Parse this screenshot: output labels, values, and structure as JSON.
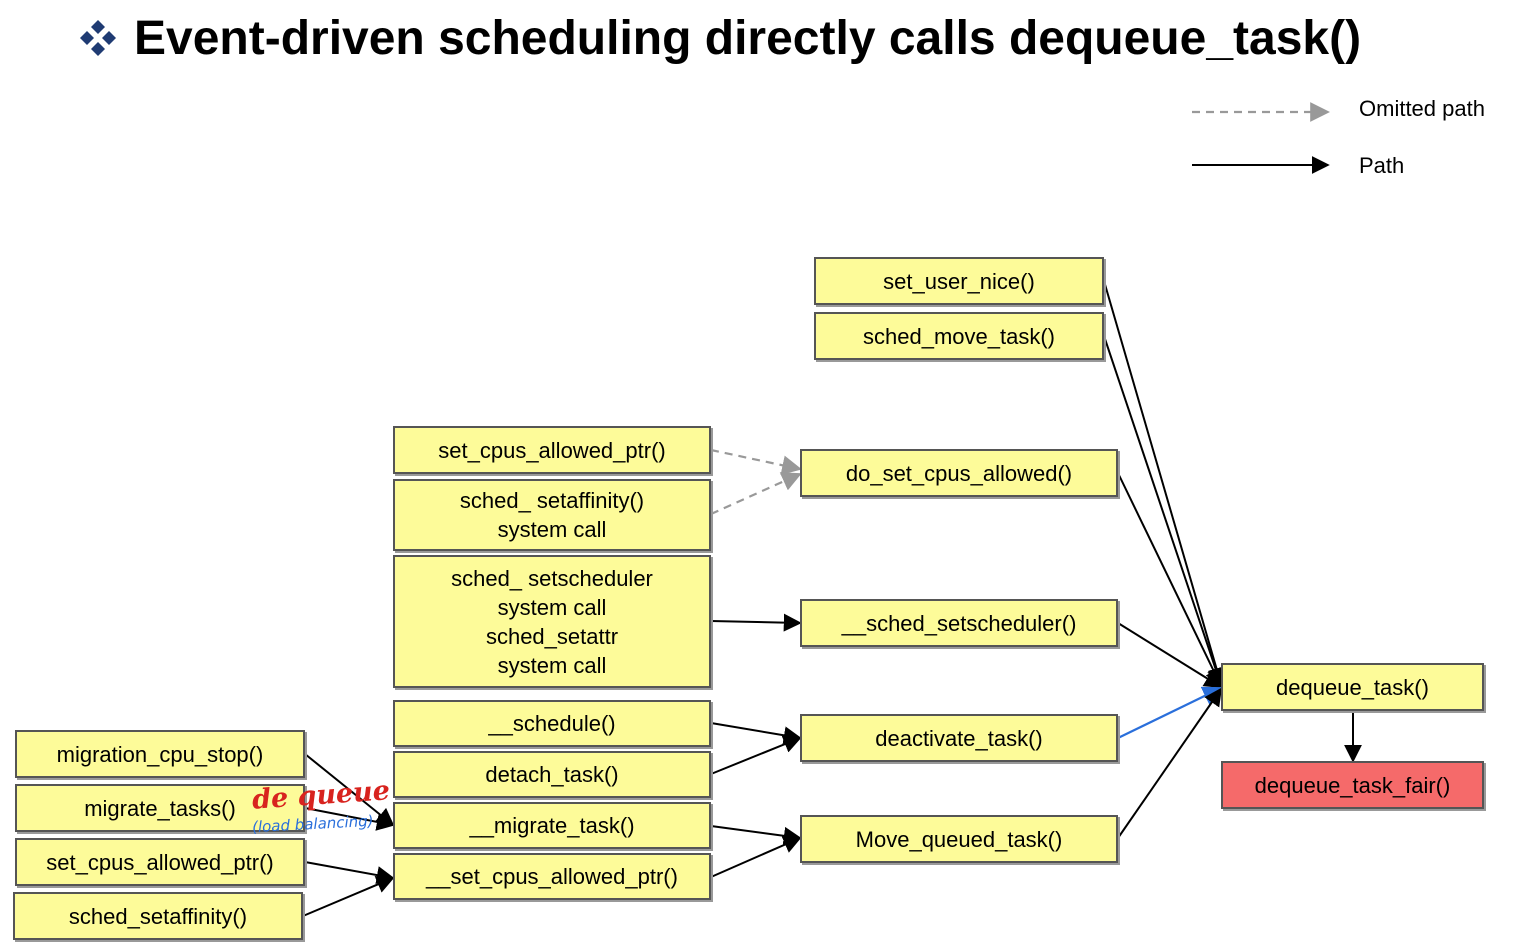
{
  "title": "Event-driven scheduling directly calls dequeue_task()",
  "legend": {
    "omitted_label": "Omitted path",
    "path_label": "Path"
  },
  "colors": {
    "box_fill": "#fdfb99",
    "target_fill": "#f56a6a",
    "dashed_edge": "#999999",
    "solid_edge": "#000000",
    "annotation_edge": "#2a6fdb",
    "title_icon": "#1f3b73"
  },
  "nodes": {
    "set_user_nice": {
      "lines": [
        "set_user_nice()"
      ]
    },
    "sched_move_task": {
      "lines": [
        "sched_move_task()"
      ]
    },
    "set_cpus_allowed_ptr_top": {
      "lines": [
        "set_cpus_allowed_ptr()"
      ]
    },
    "sched_setaffinity_syscall": {
      "lines": [
        "sched_ setaffinity()",
        "system call"
      ]
    },
    "sched_setscheduler_syscall": {
      "lines": [
        "sched_ setscheduler",
        "system call",
        "sched_setattr",
        "system call"
      ]
    },
    "do_set_cpus_allowed": {
      "lines": [
        "do_set_cpus_allowed()"
      ]
    },
    "__sched_setscheduler": {
      "lines": [
        "__sched_setscheduler()"
      ]
    },
    "__schedule": {
      "lines": [
        "__schedule()"
      ]
    },
    "detach_task": {
      "lines": [
        "detach_task()"
      ]
    },
    "__migrate_task": {
      "lines": [
        "__migrate_task()"
      ]
    },
    "__set_cpus_allowed_ptr": {
      "lines": [
        "__set_cpus_allowed_ptr()"
      ]
    },
    "migration_cpu_stop": {
      "lines": [
        "migration_cpu_stop()"
      ]
    },
    "migrate_tasks": {
      "lines": [
        "migrate_tasks()"
      ]
    },
    "set_cpus_allowed_ptr_left": {
      "lines": [
        "set_cpus_allowed_ptr()"
      ]
    },
    "sched_setaffinity_left": {
      "lines": [
        "sched_setaffinity()"
      ]
    },
    "deactivate_task": {
      "lines": [
        "deactivate_task()"
      ]
    },
    "move_queued_task": {
      "lines": [
        "Move_queued_task()"
      ]
    },
    "dequeue_task": {
      "lines": [
        "dequeue_task()"
      ]
    },
    "dequeue_task_fair": {
      "lines": [
        "dequeue_task_fair()"
      ]
    }
  },
  "edges": [
    {
      "from": "set_cpus_allowed_ptr_top",
      "to": "do_set_cpus_allowed",
      "style": "dashed"
    },
    {
      "from": "sched_setaffinity_syscall",
      "to": "do_set_cpus_allowed",
      "style": "dashed"
    },
    {
      "from": "sched_setscheduler_syscall",
      "to": "__sched_setscheduler",
      "style": "solid"
    },
    {
      "from": "__schedule",
      "to": "deactivate_task",
      "style": "solid"
    },
    {
      "from": "detach_task",
      "to": "deactivate_task",
      "style": "solid"
    },
    {
      "from": "__migrate_task",
      "to": "move_queued_task",
      "style": "solid"
    },
    {
      "from": "__set_cpus_allowed_ptr",
      "to": "move_queued_task",
      "style": "solid"
    },
    {
      "from": "migration_cpu_stop",
      "to": "__migrate_task",
      "style": "solid"
    },
    {
      "from": "migrate_tasks",
      "to": "__migrate_task",
      "style": "solid"
    },
    {
      "from": "set_cpus_allowed_ptr_left",
      "to": "__set_cpus_allowed_ptr",
      "style": "solid"
    },
    {
      "from": "sched_setaffinity_left",
      "to": "__set_cpus_allowed_ptr",
      "style": "solid"
    },
    {
      "from": "set_user_nice",
      "to": "dequeue_task",
      "style": "solid"
    },
    {
      "from": "sched_move_task",
      "to": "dequeue_task",
      "style": "solid"
    },
    {
      "from": "do_set_cpus_allowed",
      "to": "dequeue_task",
      "style": "solid"
    },
    {
      "from": "__sched_setscheduler",
      "to": "dequeue_task",
      "style": "solid"
    },
    {
      "from": "deactivate_task",
      "to": "dequeue_task",
      "style": "annotation"
    },
    {
      "from": "move_queued_task",
      "to": "dequeue_task",
      "style": "solid"
    },
    {
      "from": "dequeue_task",
      "to": "dequeue_task_fair",
      "style": "solid"
    }
  ],
  "annotation": {
    "main": "de queue",
    "sub": "(load balancing)"
  }
}
